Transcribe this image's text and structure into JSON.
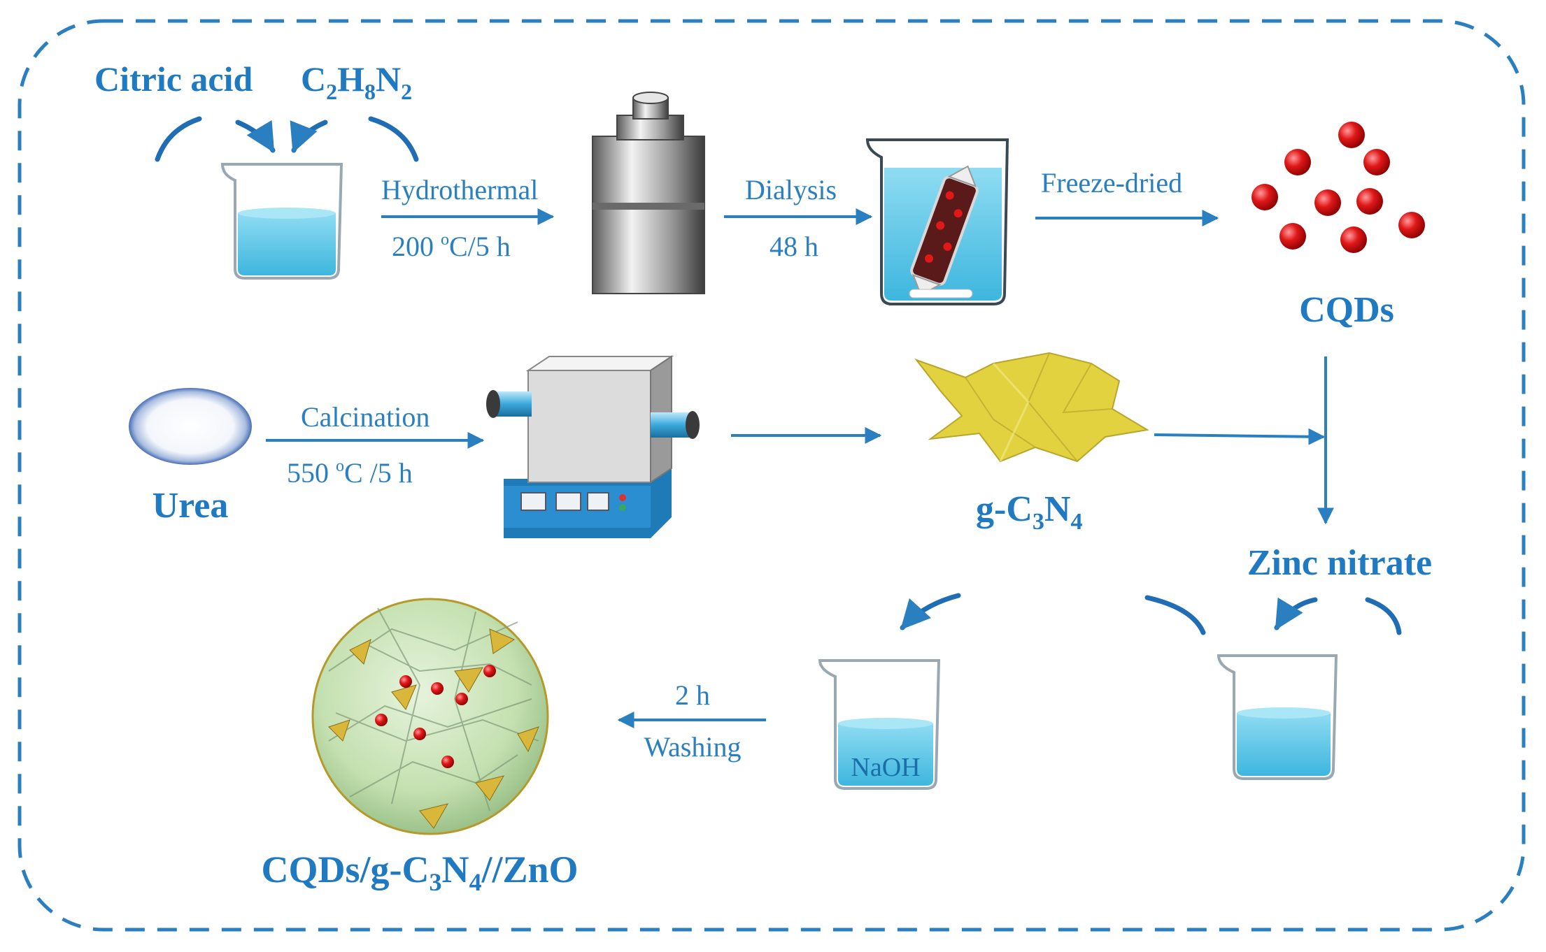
{
  "labels": {
    "citric_acid": "Citric acid",
    "c2h8n2": {
      "c": "C",
      "c_sub": "2",
      "h": "H",
      "h_sub": "8",
      "n": "N",
      "n_sub": "2"
    },
    "cqds": "CQDs",
    "urea": "Urea",
    "gc3n4": {
      "g": "g-C",
      "c_sub": "3",
      "n": "N",
      "n_sub": "4"
    },
    "zinc_nitrate": "Zinc nitrate",
    "naoh": "NaOH",
    "product": {
      "p1": "CQDs/g-C",
      "c_sub": "3",
      "n": "N",
      "n_sub": "4",
      "p2": "//ZnO"
    }
  },
  "steps": {
    "hydrothermal": {
      "name": "Hydrothermal",
      "cond_pre": "200 ",
      "cond_sup": "o",
      "cond_post": "C/5 h"
    },
    "dialysis": {
      "name": "Dialysis",
      "cond": "48 h"
    },
    "freeze_dried": {
      "name": "Freeze-dried"
    },
    "calcination": {
      "name": "Calcination",
      "cond_pre": "550 ",
      "cond_sup": "o",
      "cond_post": "C /5 h"
    },
    "washing": {
      "name": "Washing",
      "time": "2 h"
    }
  },
  "colors": {
    "accent_blue": "#1f7ac2",
    "arrow_blue": "#2a7fc0",
    "liquid_blue": "#5cc8e6",
    "cqd_red": "#e01818",
    "gc3n4_yellow": "#e0cf3c",
    "zno_green": "#cfe8bf"
  }
}
